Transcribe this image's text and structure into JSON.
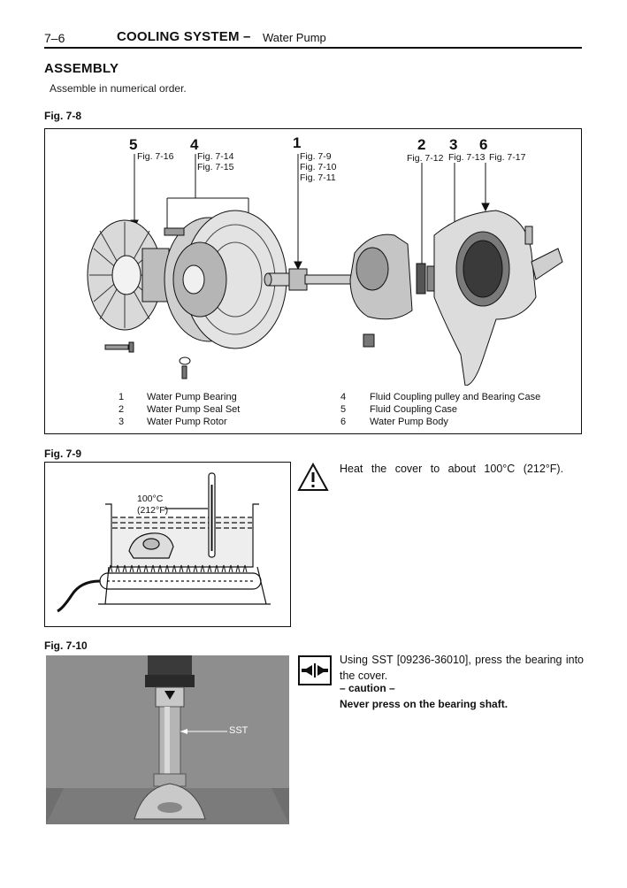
{
  "header": {
    "page_number": "7–6",
    "section": "COOLING SYSTEM",
    "dash": "–",
    "subsection": "Water Pump"
  },
  "assembly": {
    "title": "ASSEMBLY",
    "instruction": "Assemble in numerical order."
  },
  "fig78": {
    "label": "Fig. 7-8",
    "callouts": [
      {
        "num": "5",
        "refs": [
          "Fig. 7-16"
        ]
      },
      {
        "num": "4",
        "refs": [
          "Fig. 7-14",
          "Fig. 7-15"
        ]
      },
      {
        "num": "1",
        "refs": [
          "Fig. 7-9",
          "Fig. 7-10",
          "Fig. 7-11"
        ]
      },
      {
        "num": "2",
        "refs": [
          "Fig. 7-12"
        ]
      },
      {
        "num": "3",
        "refs": [
          "Fig. 7-13"
        ]
      },
      {
        "num": "6",
        "refs": [
          "Fig. 7-17"
        ]
      }
    ],
    "legend_left": [
      {
        "num": "1",
        "text": "Water Pump Bearing"
      },
      {
        "num": "2",
        "text": "Water Pump Seal Set"
      },
      {
        "num": "3",
        "text": "Water Pump Rotor"
      }
    ],
    "legend_right": [
      {
        "num": "4",
        "text": "Fluid Coupling pulley and Bearing Case"
      },
      {
        "num": "5",
        "text": "Fluid Coupling Case"
      },
      {
        "num": "6",
        "text": "Water Pump Body"
      }
    ]
  },
  "fig79": {
    "label": "Fig. 7-9",
    "temp_c": "100°C",
    "temp_f": "(212°F)",
    "instruction": "Heat  the cover to about 100°C (212°F)."
  },
  "fig710": {
    "label": "Fig. 7-10",
    "sst_label": "SST",
    "instruction": "Using SST [09236-36010], press the bearing into the cover.",
    "caution_title": "– caution –",
    "caution_text": "Never press on the bearing shaft."
  },
  "icons": {
    "warning": "warning-triangle-icon",
    "press": "press-in-arrows-icon"
  }
}
